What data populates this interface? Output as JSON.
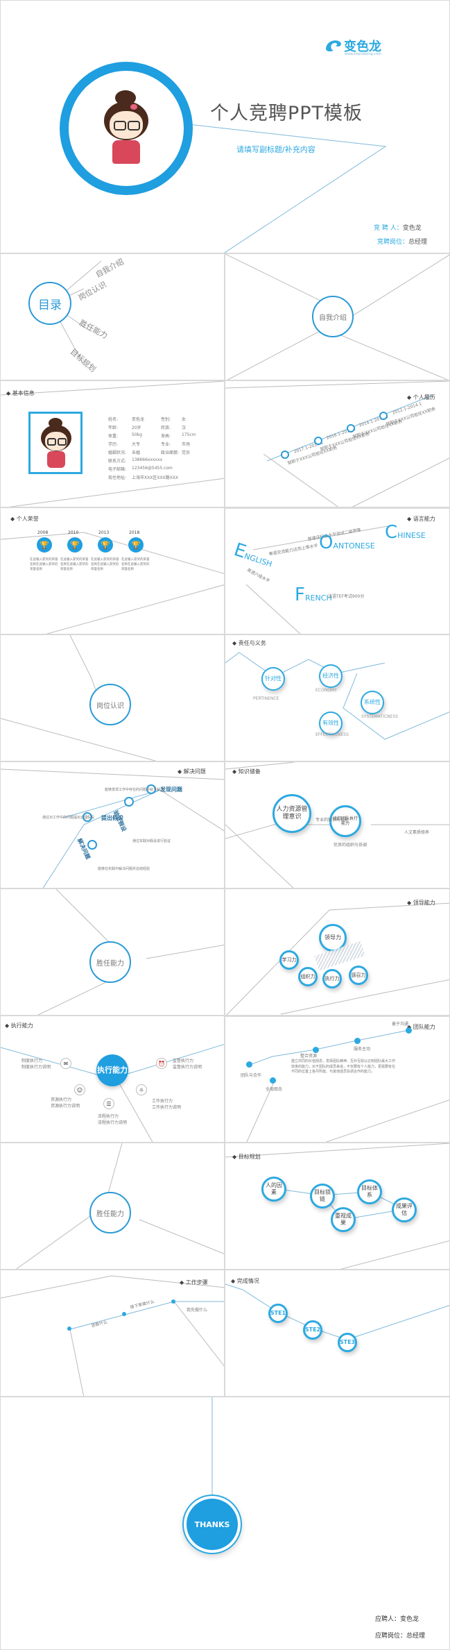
{
  "cover": {
    "logo": "变色龙",
    "logo_sub": "www.bianselong.com",
    "title": "个人竞聘PPT模板",
    "subtitle": "请填写副标题/补充内容",
    "info1_label": "竞 聘 人：",
    "info1_value": "变色龙",
    "info2_label": "竞聘岗位：",
    "info2_value": "总经理"
  },
  "toc": {
    "title": "目录",
    "items": [
      "自我介绍",
      "岗位认识",
      "胜任能力",
      "目标规划"
    ]
  },
  "section1": {
    "label": "自我介绍"
  },
  "basic": {
    "header": "基本信息",
    "rows": [
      [
        "姓名:",
        "变色龙",
        "性别:",
        "女"
      ],
      [
        "年龄:",
        "20岁",
        "民族:",
        "汉"
      ],
      [
        "体重:",
        "50kg",
        "身高:",
        "175cm"
      ],
      [
        "学历:",
        "大专",
        "专业:",
        "市场"
      ],
      [
        "婚姻状况:",
        "未婚",
        "政治面貌:",
        "党员"
      ]
    ],
    "extra": [
      [
        "联系方式:",
        "138666xxxxxx"
      ],
      [
        "电子邮箱:",
        "123456@5455.com"
      ],
      [
        "现住地址:",
        "上海市XXX区XXX路XXX"
      ]
    ]
  },
  "resume": {
    "header": "个人履历",
    "items": [
      {
        "year": "2012.1-2014.1",
        "text": "就职于XXX公司担任XX职务"
      },
      {
        "year": "2014.1-2016.1",
        "text": "就职于XXX公司担任XX职务"
      },
      {
        "year": "2016.1-2017.1",
        "text": "就职于XXX公司担任XX职务"
      },
      {
        "year": "2017.1-2019.1",
        "text": "就职于XXX公司担任XX职务"
      }
    ]
  },
  "honor": {
    "header": "个人荣誉",
    "items": [
      {
        "year": "2008",
        "text": "在此输入获奖的荣誉名称在此输入获奖的荣誉名称"
      },
      {
        "year": "2010",
        "text": "在此输入获奖的荣誉名称在此输入获奖的荣誉名称"
      },
      {
        "year": "2013",
        "text": "在此输入获奖的荣誉名称在此输入获奖的荣誉名称"
      },
      {
        "year": "2018",
        "text": "在此输入获奖的荣誉名称在此输入获奖的荣誉名称"
      }
    ]
  },
  "language": {
    "header": "语言能力",
    "eng_big": "E",
    "eng_rest": "NGLISH",
    "eng_note": "英语六级水平",
    "can_big": "O",
    "can_rest": "ANTONESE",
    "can_note": "粤语交流能力达到上等水平",
    "chi_big": "C",
    "chi_rest": "HINESE",
    "chi_note": "普通话标准水平测试二级甲等",
    "fre_big": "F",
    "fre_rest": "RENCH",
    "fre_note": "法语TEF考试900分"
  },
  "section2": {
    "label": "岗位认识"
  },
  "duty": {
    "header": "责任与义务",
    "items": [
      {
        "cn": "针对性",
        "en": "PERTINENCE"
      },
      {
        "cn": "经济性",
        "en": "ECONOMY"
      },
      {
        "cn": "系统性",
        "en": "SYSTEMATICNESS"
      },
      {
        "cn": "有效性",
        "en": "EFFECTIVENESS"
      }
    ]
  },
  "solve": {
    "header": "解决问题",
    "items": [
      {
        "title": "发现问题",
        "text": "能够发现工作中存在的问题并给予解决"
      },
      {
        "title": "提出假设",
        "text": "通过对工作中的问题提出合理假设"
      },
      {
        "title": "验证假设",
        "text": "通过实践对假设进行验证"
      },
      {
        "title": "解决问题",
        "text": "能够在实践中解决问题并总结经验"
      }
    ]
  },
  "knowledge": {
    "header": "知识储备",
    "c1": "人力资源管理意识",
    "c2": "组织团队执行能力",
    "t1": "专业的知识与技能",
    "t2": "人文素质修养",
    "t3": "优良的组织与协调"
  },
  "section3": {
    "label": "胜任能力"
  },
  "leader": {
    "header": "领导能力",
    "center": "领导力",
    "items": [
      "学习力",
      "组织力",
      "执行力",
      "感召力"
    ]
  },
  "execute": {
    "header": "执行能力",
    "center": "执行能力",
    "items": [
      {
        "a": "制度执行力",
        "b": "制度执行力说明"
      },
      {
        "a": "监督执行力",
        "b": "监督执行力说明"
      },
      {
        "a": "资源执行力",
        "b": "资源执行力说明"
      },
      {
        "a": "流程执行力",
        "b": "流程执行力说明"
      },
      {
        "a": "工作执行力",
        "b": "工作执行力说明"
      }
    ]
  },
  "team": {
    "header": "团队能力",
    "items": [
      "团队与合作",
      "整合资源",
      "服务主动",
      "善于沟通",
      "全局观念"
    ],
    "text": "建立共同的价值观念，发挥团队精神、互补互助以达到团队最大工作效率的能力，对于团队的成员来说，不仅要有个人能力，更需要有在不同的位置上各尽所能、与其他成员协调合作的能力。"
  },
  "section4": {
    "label": "胜任能力"
  },
  "goal": {
    "header": "目标规划",
    "items": [
      "人的因素",
      "目标锁链",
      "目标体系",
      "成果评估",
      "重视成果"
    ]
  },
  "steps": {
    "header": "工作步骤",
    "items": [
      "该做什么",
      "接下来做什么",
      "我先做什么"
    ]
  },
  "done": {
    "header": "完成情况",
    "items": [
      "STE1",
      "STE2",
      "STE3"
    ]
  },
  "end": {
    "thanks": "THANKS",
    "info1_label": "应聘人：",
    "info1_value": "变色龙",
    "info2_label": "应聘岗位：",
    "info2_value": "总经理"
  }
}
